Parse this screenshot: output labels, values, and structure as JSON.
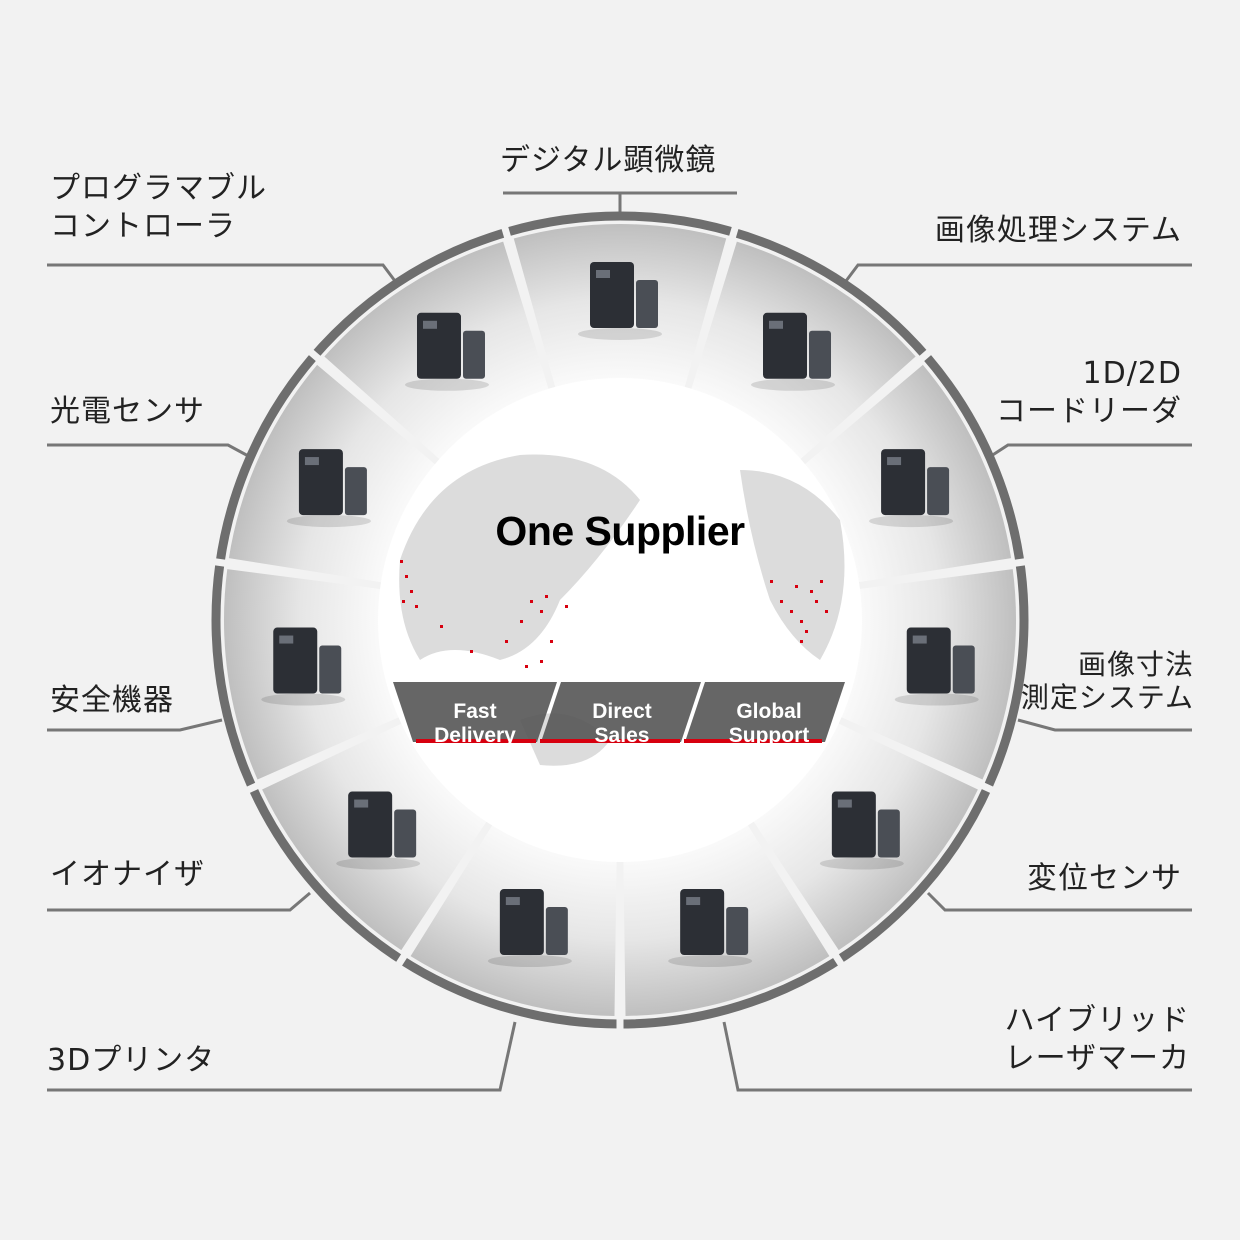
{
  "center": {
    "title": "One Supplier",
    "pillars": [
      "Fast\nDelivery",
      "Direct\nSales",
      "Global\nSupport"
    ]
  },
  "products": [
    {
      "label": "デジタル顕微鏡",
      "icon": "digital-microscope"
    },
    {
      "label": "画像処理システム",
      "icon": "vision-system"
    },
    {
      "label": "1D/2D\nコードリーダ",
      "icon": "code-reader"
    },
    {
      "label": "画像寸法\n測定システム",
      "icon": "image-dimension-measurement"
    },
    {
      "label": "変位センサ",
      "icon": "displacement-sensor"
    },
    {
      "label": "ハイブリッド\nレーザマーカ",
      "icon": "laser-marker"
    },
    {
      "label": "3Dプリンタ",
      "icon": "3d-printer"
    },
    {
      "label": "イオナイザ",
      "icon": "ionizer"
    },
    {
      "label": "安全機器",
      "icon": "safety-light-curtain"
    },
    {
      "label": "光電センサ",
      "icon": "photoelectric-sensor"
    },
    {
      "label": "プログラマブル\nコントローラ",
      "icon": "plc"
    }
  ],
  "colors": {
    "accent": "#d7000f",
    "ring": "#6e6e6e",
    "banner": "#555555",
    "background": "#f2f2f2"
  }
}
